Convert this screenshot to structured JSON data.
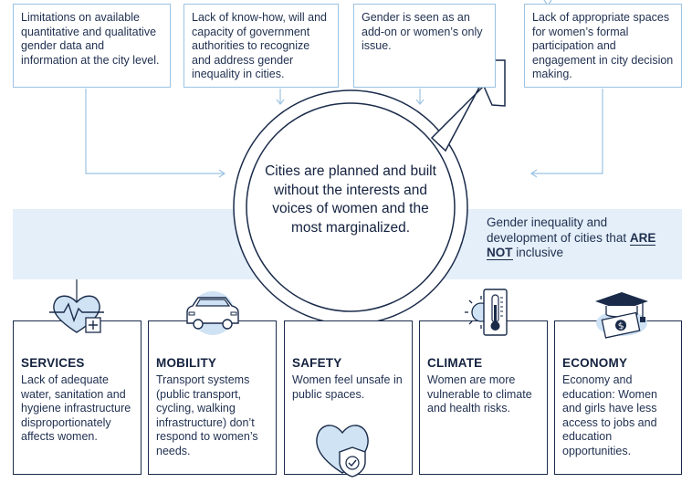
{
  "top_boxes": [
    {
      "text": "Limitations on available quantitative and qualitative gender data and information at the city level."
    },
    {
      "text": "Lack of know-how, will and capacity of government authorities to recognize and address gender inequality in cities."
    },
    {
      "text": "Gender is seen as an add-on or women’s only issue."
    },
    {
      "text": "Lack of appropriate spaces for women’s formal participation and engagement in city decision making."
    }
  ],
  "center": {
    "text": "Cities are planned and built without the interests and voices of women and the most marginalized."
  },
  "right_note": {
    "part1": "Gender inequality and development of cities that",
    "emphasis": "ARE NOT",
    "part2": "inclusive"
  },
  "sectors": [
    {
      "title": "SERVICES",
      "text": "Lack of adequate water, sanitation and hygiene infrastructure disproportionately affects women.",
      "icon": "heart-pulse-plus-icon"
    },
    {
      "title": "MOBILITY",
      "text": "Transport systems (public transport, cycling, walking infrastructure) don’t respond to women’s needs.",
      "icon": "car-icon"
    },
    {
      "title": "SAFETY",
      "text": "Women feel unsafe in public spaces.",
      "icon": "heart-shield-icon"
    },
    {
      "title": "CLIMATE",
      "text": "Women are more vulnerable to climate and health risks.",
      "icon": "thermometer-sun-icon"
    },
    {
      "title": "ECONOMY",
      "text": "Economy and education: Women and girls have less access to jobs and education opportunities.",
      "icon": "graduation-money-icon"
    }
  ],
  "colors": {
    "navy": "#1a2b4a",
    "light_blue": "#9cc3e2",
    "band": "#e4eff9",
    "icon_fill": "#cfe3f4"
  }
}
